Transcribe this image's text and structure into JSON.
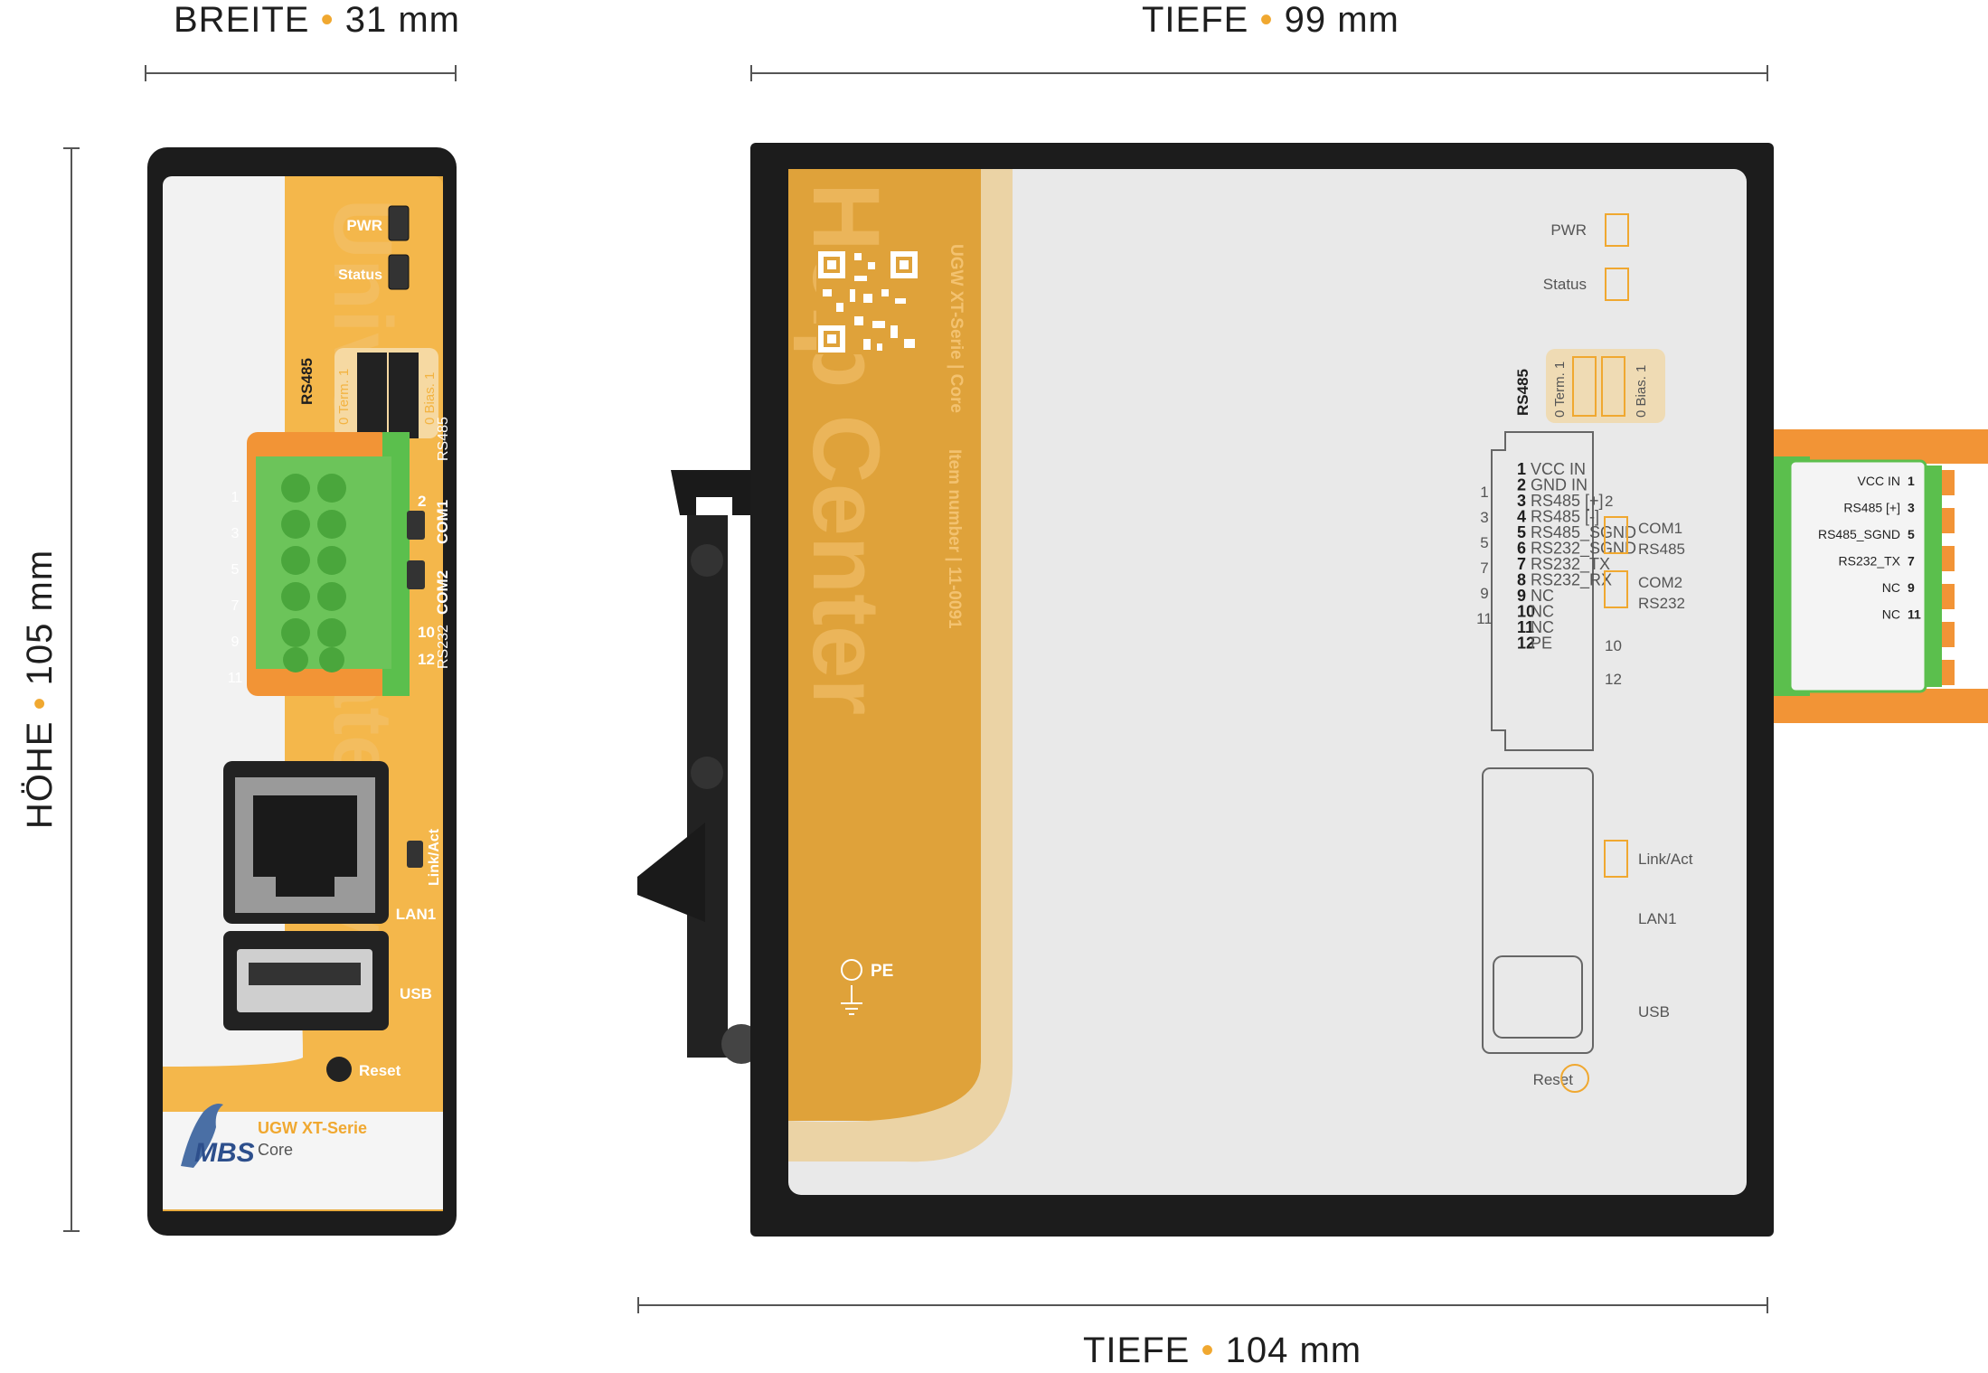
{
  "dimensions": {
    "width": {
      "label": "BREITE",
      "value": "31 mm"
    },
    "depth_top": {
      "label": "TIEFE",
      "value": "99 mm"
    },
    "height": {
      "label": "HÖHE",
      "value": "105 mm"
    },
    "depth_bottom": {
      "label": "TIEFE",
      "value": "104 mm"
    },
    "separator": "•"
  },
  "front": {
    "watermark": "Universal Gateway",
    "pwr": "PWR",
    "status": "Status",
    "rs485": "RS485",
    "term": "0 Term. 1",
    "bias": "0 Bias. 1",
    "pins_left": [
      "1",
      "3",
      "5",
      "7",
      "9",
      "11"
    ],
    "pin_2": "2",
    "pin_10": "10",
    "pin_12": "12",
    "com1": "COM1",
    "com1_sub": "RS485",
    "com2": "COM2",
    "com2_sub": "RS232",
    "link_act": "Link/Act",
    "lan1": "LAN1",
    "usb": "USB",
    "reset": "Reset",
    "brand": "MBS",
    "series": "UGW XT-Serie",
    "core": "Core"
  },
  "side": {
    "watermark": "Help Center",
    "series_vertical": "UGW XT-Serie | Core",
    "item_vertical": "Item number | 11-0091",
    "pe": "PE",
    "pwr": "PWR",
    "status": "Status",
    "rs485": "RS485",
    "term": "0 Term. 1",
    "bias": "0 Bias. 1",
    "pinout": [
      {
        "n": "1",
        "name": "VCC IN"
      },
      {
        "n": "2",
        "name": "GND IN"
      },
      {
        "n": "3",
        "name": "RS485 [+]"
      },
      {
        "n": "4",
        "name": "RS485 [-]"
      },
      {
        "n": "5",
        "name": "RS485_SGND"
      },
      {
        "n": "6",
        "name": "RS232_SGND"
      },
      {
        "n": "7",
        "name": "RS232_TX"
      },
      {
        "n": "8",
        "name": "RS232_RX"
      },
      {
        "n": "9",
        "name": "NC"
      },
      {
        "n": "10",
        "name": "NC"
      },
      {
        "n": "11",
        "name": "NC"
      },
      {
        "n": "12",
        "name": "PE"
      }
    ],
    "odd_nums": [
      "1",
      "3",
      "5",
      "7",
      "9",
      "11"
    ],
    "even_nums": [
      "2",
      "10",
      "12"
    ],
    "com1": "COM1",
    "com1_sub": "RS485",
    "com2": "COM2",
    "com2_sub": "RS232",
    "link_act": "Link/Act",
    "lan1": "LAN1",
    "usb": "USB",
    "reset": "Reset"
  },
  "connector": [
    {
      "name": "VCC IN",
      "n": "1"
    },
    {
      "name": "RS485 [+]",
      "n": "3"
    },
    {
      "name": "RS485_SGND",
      "n": "5"
    },
    {
      "name": "RS232_TX",
      "n": "7"
    },
    {
      "name": "NC",
      "n": "9"
    },
    {
      "name": "NC",
      "n": "11"
    }
  ],
  "colors": {
    "accent": "#f0a830",
    "orange": "#f29436",
    "green": "#5bbf4d",
    "body": "#1c1c1c",
    "panel": "#e9e9e9"
  }
}
